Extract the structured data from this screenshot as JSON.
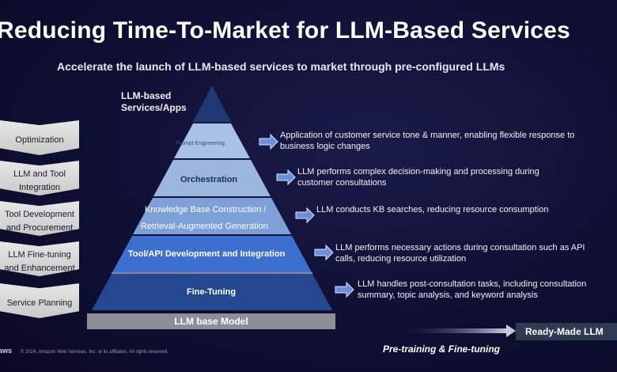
{
  "title": "Reducing Time-To-Market for LLM-Based Services",
  "subtitle": "Accelerate the launch of LLM-based services to market through pre-configured LLMs",
  "apex_label_line1": "LLM-based",
  "apex_label_line2": "Services/Apps",
  "chevrons": [
    {
      "line1": "Optimization",
      "line2": ""
    },
    {
      "line1": "LLM and Tool",
      "line2": "Integration"
    },
    {
      "line1": "Tool Development",
      "line2": "and Procurement"
    },
    {
      "line1": "LLM Fine-tuning",
      "line2": "and Enhancement"
    },
    {
      "line1": "Service Planning",
      "line2": ""
    }
  ],
  "layers": {
    "prompt": "Prompt Engineering",
    "orchestration": "Orchestration",
    "kb_line1": "Knowledge Base Construction /",
    "kb_line2": "Retrieval-Augmented Generation",
    "tool": "Tool/API Development and Integration",
    "finetune": "Fine-Tuning",
    "base": "LLM base Model"
  },
  "descriptions": [
    {
      "line1": "Application of customer service tone & manner, enabling flexible response to",
      "line2": "business logic changes"
    },
    {
      "line1": "LLM performs complex decision-making and processing during",
      "line2": "customer consultations"
    },
    {
      "line1": "LLM conducts KB searches, reducing resource consumption",
      "line2": ""
    },
    {
      "line1": "LLM performs necessary actions during consultation such as API",
      "line2": "calls, reducing resource utilization"
    },
    {
      "line1": "LLM handles post-consultation tasks, including consultation",
      "line2": "summary, topic analysis, and keyword analysis"
    }
  ],
  "ready_label": "Ready-Made LLM",
  "pretrain_label": "Pre-training & Fine-tuning",
  "footer": "© 2024, Amazon Web Services, Inc. or its affiliates. All rights reserved.",
  "logo": "aws",
  "colors": {
    "apex": "#1f3a73",
    "prompt": "#a8c2e6",
    "orchestration": "#9cb7df",
    "kb": "#7ea0d8",
    "tool": "#3d6fd0",
    "finetune": "#24478f",
    "arrow": "#6b8fd8"
  }
}
